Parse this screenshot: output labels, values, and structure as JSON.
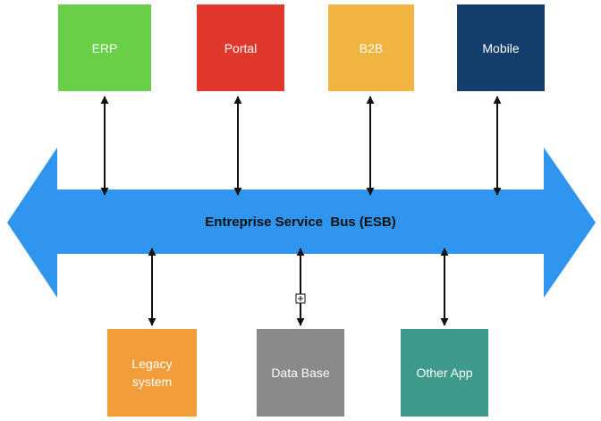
{
  "bus": {
    "label": "Entreprise Service  Bus (ESB)",
    "color": "#2f95ef"
  },
  "top_systems": [
    {
      "label": "ERP",
      "color": "#69cf48"
    },
    {
      "label": "Portal",
      "color": "#e0382c"
    },
    {
      "label": "B2B",
      "color": "#f2b441"
    },
    {
      "label": "Mobile",
      "color": "#133d6b"
    }
  ],
  "bottom_systems": [
    {
      "label": "Legacy\nsystem",
      "color": "#f39d3a"
    },
    {
      "label": "Data Base",
      "color": "#8a8a8a"
    },
    {
      "label": "Other App",
      "color": "#3e9a8a"
    }
  ],
  "connector_color": "#111111",
  "connector_style": "double-headed arrow"
}
